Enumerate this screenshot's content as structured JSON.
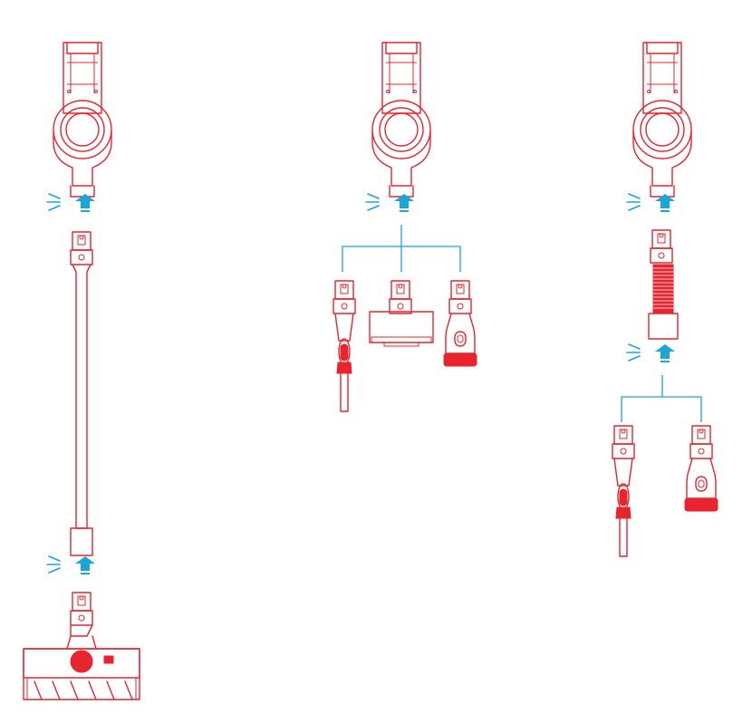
{
  "diagram": {
    "colors": {
      "outline": "#e8242f",
      "connector": "#1aa6d6",
      "background": "#ffffff"
    },
    "assemblies": [
      {
        "name": "floor-cleaning",
        "main_unit": true,
        "parts": [
          "extension-tube",
          "floor-brush"
        ]
      },
      {
        "name": "handheld",
        "main_unit": true,
        "parts": [
          "crevice-tool",
          "mini-motorized-brush",
          "dusting-brush"
        ]
      },
      {
        "name": "flexible-hose",
        "main_unit": true,
        "parts": [
          "flexible-hose",
          "crevice-tool",
          "dusting-brush"
        ]
      }
    ],
    "icons": [
      "click-icon",
      "up-arrow-icon"
    ]
  }
}
